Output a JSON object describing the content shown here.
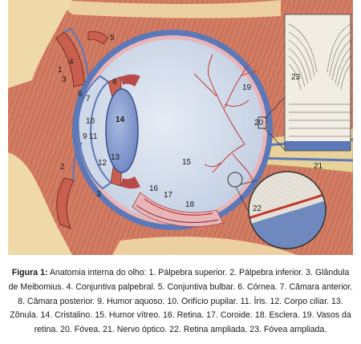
{
  "figure": {
    "labels": {
      "l1": "1",
      "l2": "2",
      "l3": "3",
      "l4": "4",
      "l5": "5",
      "l6": "6",
      "l7": "7",
      "l8": "8",
      "l9": "9",
      "l10": "10",
      "l11": "11",
      "l12": "12",
      "l13": "13",
      "l14": "14",
      "l15": "15",
      "l16": "16",
      "l17": "17",
      "l18": "18",
      "l19": "19",
      "l20": "20",
      "l21": "21",
      "l22": "22",
      "l23": "23"
    },
    "colors": {
      "sclera": "#5b78b8",
      "vitreous": "#cfd8e8",
      "muscle": "#c9604f",
      "skin": "#efd9a8",
      "retina": "#e8b4b8",
      "vessels": "#c0392b",
      "nerve": "#e9d29a"
    }
  },
  "caption": {
    "prefix": "Figura 1:",
    "text": " Anatomia interna do olho: 1. Pálpebra superior. 2. Pálpebra inferior. 3. Glândula de Meibomius. 4. Conjuntiva palpebral. 5. Conjuntiva bulbar. 6. Córnea. 7. Câmara anterior. 8. Câmara posterior. 9. Humor aquoso. 10. Orifício pupilar. 11. Íris. 12. Corpo ciliar. 13. Zônula. 14. Cristalino. 15. Humor vítreo. 16. Retina. 17. Coroide. 18. Esclera. 19. Vasos da retina. 20. Fóvea. 21. Nervo óptico. 22. Retina ampliada. 23. Fóvea ampliada."
  }
}
